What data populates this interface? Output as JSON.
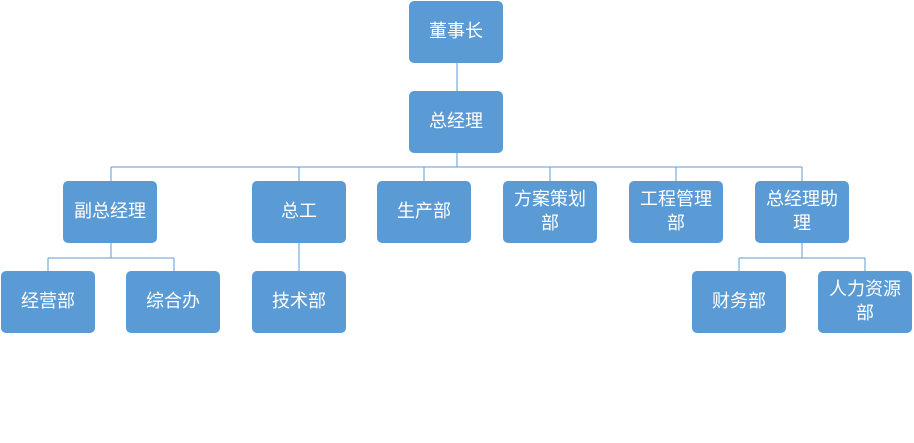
{
  "nodes": [
    {
      "id": "chairman",
      "label": "董事长"
    },
    {
      "id": "gm",
      "label": "总经理"
    },
    {
      "id": "vgm",
      "label": "副总经理"
    },
    {
      "id": "chief-eng",
      "label": "总工"
    },
    {
      "id": "production",
      "label": "生产部"
    },
    {
      "id": "planning",
      "label": "方案策划部"
    },
    {
      "id": "engineering",
      "label": "工程管理部"
    },
    {
      "id": "gm-assistant",
      "label": "总经理助理"
    },
    {
      "id": "operations",
      "label": "经营部"
    },
    {
      "id": "admin-office",
      "label": "综合办"
    },
    {
      "id": "tech",
      "label": "技术部"
    },
    {
      "id": "finance",
      "label": "财务部"
    },
    {
      "id": "hr",
      "label": "人力资源部"
    }
  ],
  "edges": [
    [
      "chairman",
      "gm"
    ],
    [
      "gm",
      "vgm"
    ],
    [
      "gm",
      "chief-eng"
    ],
    [
      "gm",
      "production"
    ],
    [
      "gm",
      "planning"
    ],
    [
      "gm",
      "engineering"
    ],
    [
      "gm",
      "gm-assistant"
    ],
    [
      "vgm",
      "operations"
    ],
    [
      "vgm",
      "admin-office"
    ],
    [
      "chief-eng",
      "tech"
    ],
    [
      "gm-assistant",
      "finance"
    ],
    [
      "gm-assistant",
      "hr"
    ]
  ],
  "colors": {
    "node_fill": "#5b9bd5",
    "node_text": "#ffffff",
    "connector": "#5b9bd5"
  }
}
